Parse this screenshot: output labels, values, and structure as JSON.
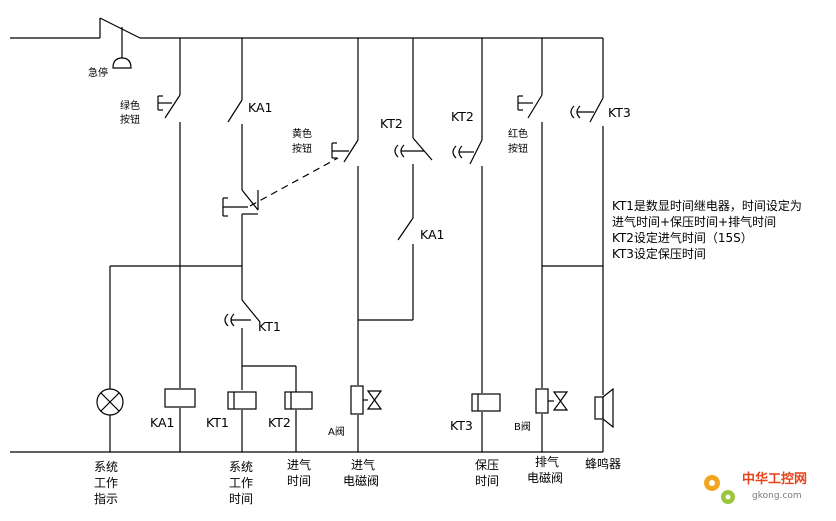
{
  "labels": {
    "estop": "急停",
    "green_btn": [
      "绿色",
      "按钮"
    ],
    "ka1_contact": "KA1",
    "yellow_btn": [
      "黄色",
      "按钮"
    ],
    "kt2_contact_a": "KT2",
    "kt2_contact_b": "KT2",
    "red_btn": [
      "红色",
      "按钮"
    ],
    "kt3_contact": "KT3",
    "ka1_contact_2": "KA1",
    "kt1_contact": "KT1",
    "coil_ka1": "KA1",
    "coil_kt1": "KT1",
    "coil_kt2": "KT2",
    "valve_a": "A阀",
    "coil_kt3": "KT3",
    "valve_b": "B阀"
  },
  "notes": [
    "KT1是数显时间继电器，时间设定为",
    "进气时间+保压时间+排气时间",
    "KT2设定进气时间（15S）",
    "KT3设定保压时间"
  ],
  "bottom_labels": {
    "lamp": [
      "系统",
      "工作",
      "指示"
    ],
    "work_time": [
      "系统",
      "工作",
      "时间"
    ],
    "intake_time": [
      "进气",
      "时间"
    ],
    "intake_valve": [
      "进气",
      "电磁阀"
    ],
    "hold_time": [
      "保压",
      "时间"
    ],
    "exhaust_valve": [
      "排气",
      "电磁阀"
    ],
    "buzzer": "蜂鸣器"
  },
  "watermark": {
    "brand": "中华工控网",
    "url": "gkong.com"
  }
}
